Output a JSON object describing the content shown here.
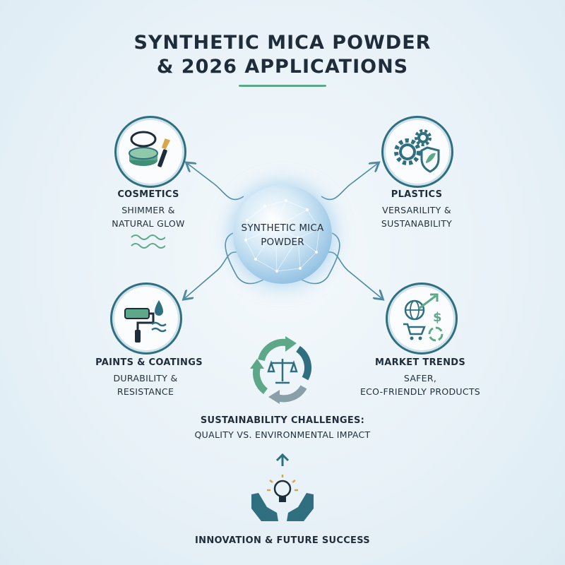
{
  "title": {
    "line1": "SYNTHETIC MICA POWDER",
    "line2": "& 2026 APPLICATIONS"
  },
  "center": {
    "line1": "SYNTHETIC MICA",
    "line2": "POWDER"
  },
  "nodes": {
    "cosmetics": {
      "heading": "COSMETICS",
      "sub1": "SHIMMER &",
      "sub2": "NATURAL GLOW"
    },
    "plastics": {
      "heading": "PLASTICS",
      "sub1": "VERSARILITY &",
      "sub2": "SUSTANABILITY"
    },
    "paints": {
      "heading": "PAINTS & COATINGS",
      "sub1": "DURABILITY &",
      "sub2": "RESISTANCE"
    },
    "market": {
      "heading": "MARKET TRENDS",
      "sub1": "SAFER,",
      "sub2": "ECO-FRIENDLY PRODUCTS"
    },
    "sustainability": {
      "heading": "SUSTAINABILITY CHALLENGES:",
      "sub1": "QUALITY VS. ENVIRONMENTAL IMPACT"
    },
    "innovation": {
      "heading": "INNOVATION & FUTURE SUCCESS"
    }
  },
  "icons": {
    "cosmetics": "compact-and-brush-icon",
    "plastics": "gears-and-shield-icon",
    "paints": "paint-roller-and-water-icon",
    "market": "globe-cart-dollar-recycle-icon",
    "sustainability": "balance-scale-cycle-icon",
    "innovation": "hands-lightbulb-icon"
  },
  "colors": {
    "teal": "#2f6f80",
    "green": "#5ea88a",
    "navy": "#1f2d3a",
    "sphere": "#9cc7e6"
  }
}
